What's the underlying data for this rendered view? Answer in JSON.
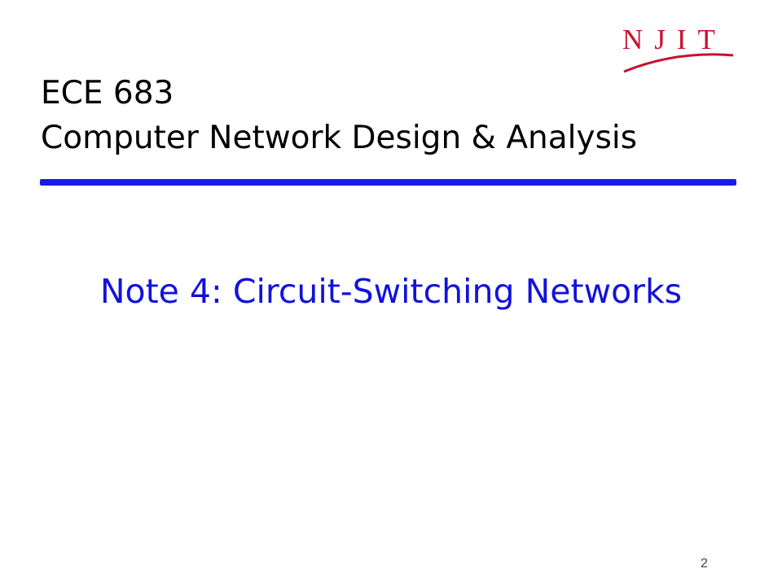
{
  "logo": {
    "text": "NJIT",
    "color": "#c8102e"
  },
  "slide": {
    "course_code": "ECE 683",
    "course_title": "Computer Network Design & Analysis",
    "subtitle": "Note 4: Circuit-Switching Networks",
    "page_number": "2"
  },
  "colors": {
    "rule": "#1a1ae6",
    "subtitle": "#1212dc",
    "text": "#000000"
  }
}
